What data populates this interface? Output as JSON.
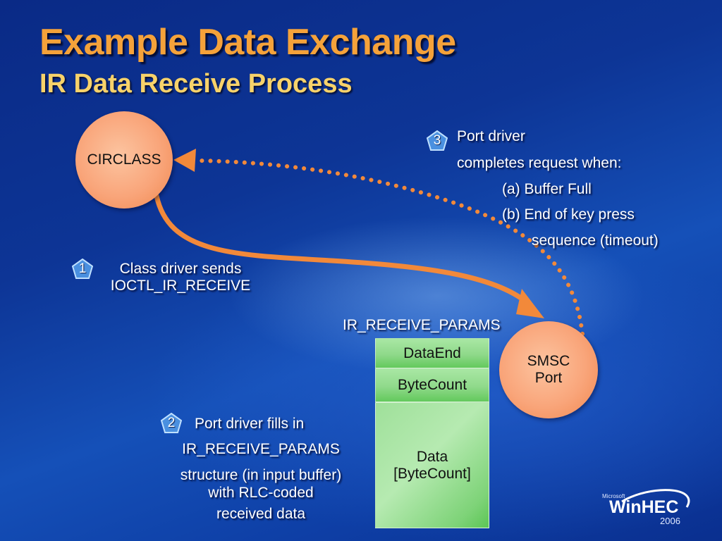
{
  "slide": {
    "title": "Example Data Exchange",
    "subtitle": "IR Data Receive Process"
  },
  "nodes": {
    "class_driver": "CIRCLASS",
    "port_driver_line1": "SMSC",
    "port_driver_line2": "Port"
  },
  "steps": [
    {
      "number": "1",
      "lines": [
        "Class driver sends",
        "IOCTL_IR_RECEIVE"
      ]
    },
    {
      "number": "2",
      "lines": [
        "Port driver fills in",
        "IR_RECEIVE_PARAMS",
        "structure (in input buffer)",
        "with RLC-coded",
        "received data"
      ]
    },
    {
      "number": "3",
      "lines": [
        "Port driver",
        "completes request when:",
        "(a) Buffer Full",
        "(b) End of key press",
        "sequence (timeout)"
      ]
    }
  ],
  "structure": {
    "name": "IR_RECEIVE_PARAMS",
    "fields": [
      "DataEnd",
      "ByteCount",
      "Data",
      "[ByteCount]"
    ]
  },
  "logo": {
    "company": "Microsoft",
    "event": "WinHEC",
    "year": "2006"
  },
  "colors": {
    "title": "#f5a23a",
    "subtitle": "#f7d26a",
    "arrow": "#f2893a",
    "node": "#f9a57a",
    "field": "#8fd98a",
    "badge": "#4a90e0"
  }
}
